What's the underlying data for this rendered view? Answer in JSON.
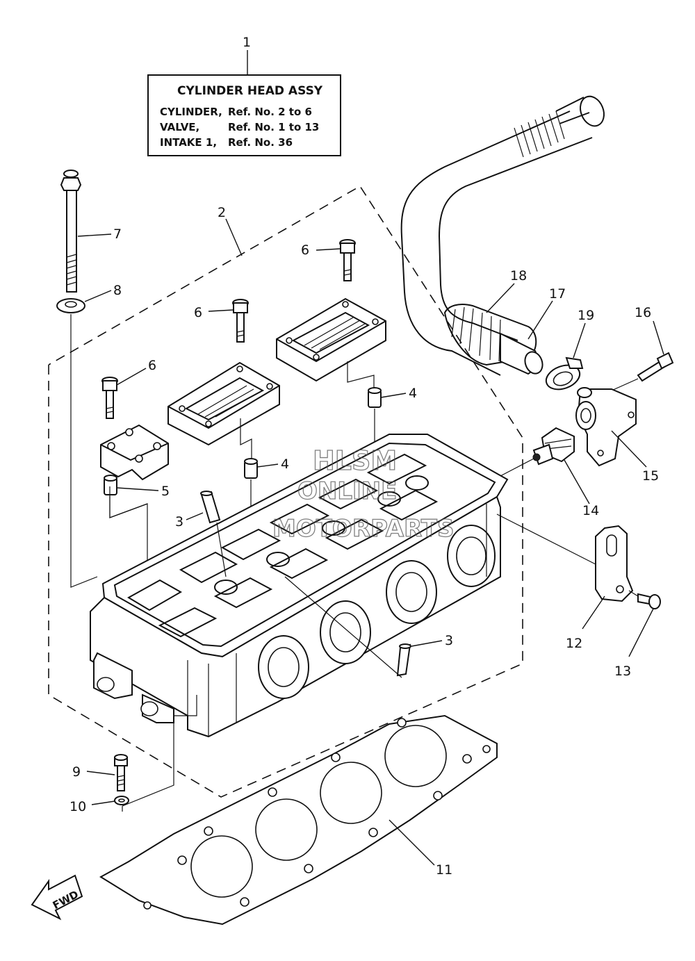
{
  "info_box": {
    "ref_number": "1",
    "title": "CYLINDER HEAD ASSY",
    "rows": [
      {
        "name": "CYLINDER,",
        "ref": "Ref. No. 2 to 6"
      },
      {
        "name": "VALVE,",
        "ref": "Ref. No. 1 to 13"
      },
      {
        "name": "INTAKE 1,",
        "ref": "Ref. No. 36"
      }
    ]
  },
  "callouts": {
    "c2": "2",
    "c3a": "3",
    "c3b": "3",
    "c4a": "4",
    "c4b": "4",
    "c5": "5",
    "c6a": "6",
    "c6b": "6",
    "c6c": "6",
    "c7": "7",
    "c8": "8",
    "c9": "9",
    "c10": "10",
    "c11": "11",
    "c12": "12",
    "c13": "13",
    "c14": "14",
    "c15": "15",
    "c16": "16",
    "c17": "17",
    "c18": "18",
    "c19": "19"
  },
  "fwd_label": "FWD",
  "watermark": {
    "line1": "HLSM",
    "line2": "ONLINE",
    "line3": "MOTORPARTS"
  }
}
